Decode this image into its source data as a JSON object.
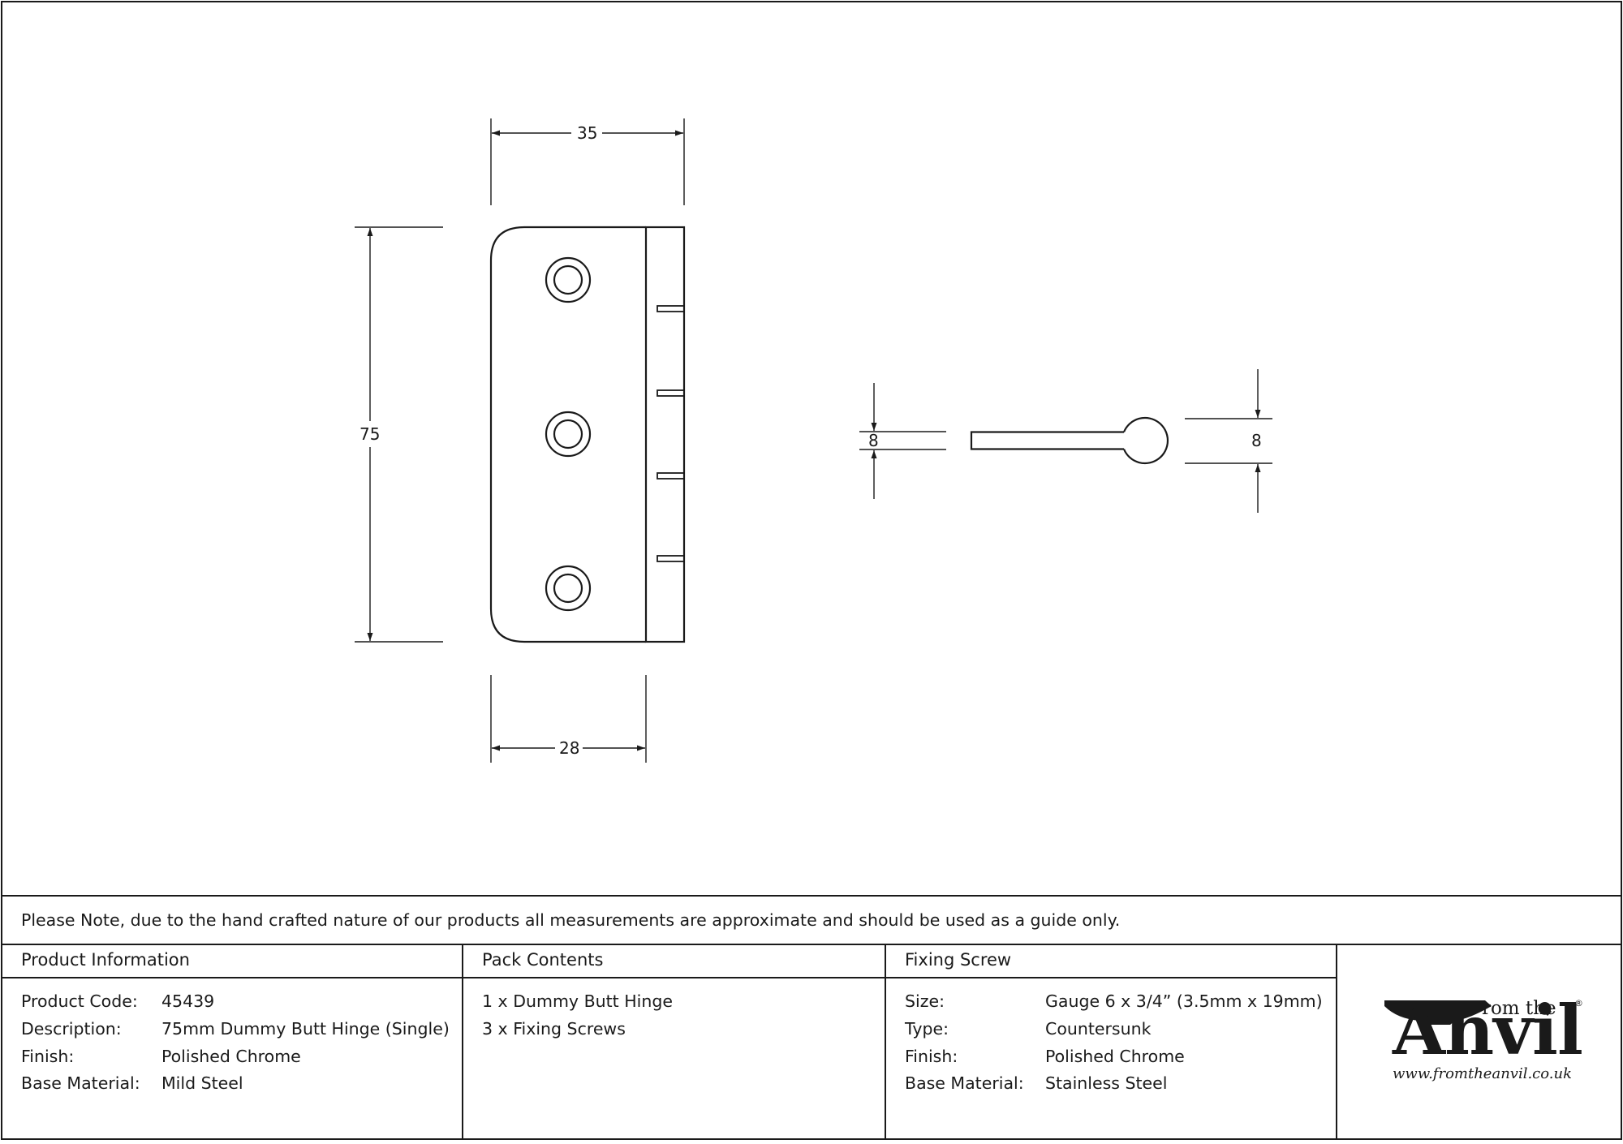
{
  "drawing": {
    "dimensions": {
      "overall_width": "35",
      "leaf_width": "28",
      "height": "75",
      "knuckle_left": "8",
      "knuckle_right": "8"
    }
  },
  "note": "Please Note, due to the hand crafted nature of our products all measurements are approximate and should be used as a guide only.",
  "product_info": {
    "heading": "Product Information",
    "rows": [
      {
        "label": "Product Code:",
        "value": "45439"
      },
      {
        "label": "Description:",
        "value": "75mm Dummy Butt Hinge (Single)"
      },
      {
        "label": "Finish:",
        "value": "Polished Chrome"
      },
      {
        "label": "Base Material:",
        "value": "Mild Steel"
      }
    ]
  },
  "pack_contents": {
    "heading": "Pack Contents",
    "items": [
      "1 x Dummy Butt Hinge",
      "3 x Fixing Screws"
    ]
  },
  "fixing_screw": {
    "heading": "Fixing Screw",
    "rows": [
      {
        "label": "Size:",
        "value": "Gauge 6 x 3/4” (3.5mm x 19mm)"
      },
      {
        "label": "Type:",
        "value": "Countersunk"
      },
      {
        "label": "Finish:",
        "value": "Polished Chrome"
      },
      {
        "label": "Base Material:",
        "value": "Stainless Steel"
      }
    ]
  },
  "logo": {
    "from_the": "From the",
    "brand": "Anvil",
    "url": "www.fromtheanvil.co.uk",
    "registered": "®"
  },
  "colors": {
    "line": "#1a1a1a",
    "background": "#ffffff"
  }
}
